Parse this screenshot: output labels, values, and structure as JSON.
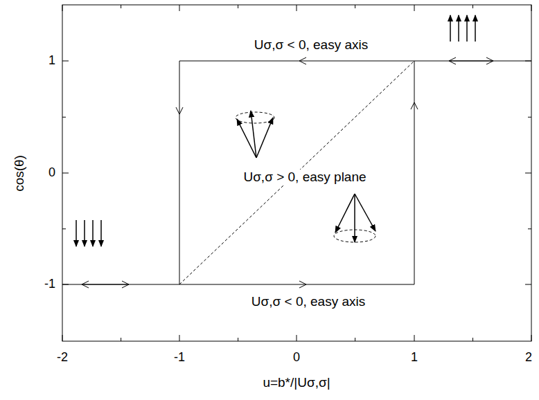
{
  "diagram": {
    "labels": [
      "Uσ,σ < 0,  easy axis",
      "1",
      "cos(θ)",
      "0",
      "Uσ,σ > 0,  easy plane",
      "-1",
      "Uσ,σ < 0,  easy axis",
      "-2",
      "-1",
      "0",
      "1",
      "2",
      "u=b*/|Uσ,σ|"
    ]
  }
}
